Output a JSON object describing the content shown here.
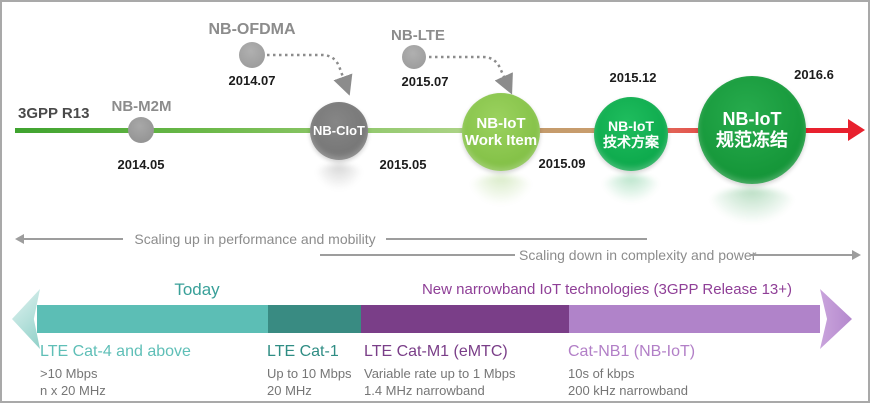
{
  "timeline": {
    "release_label": "3GPP R13",
    "milestones": [
      {
        "id": "nb-m2m",
        "label": "NB-M2M",
        "date": "2014.05",
        "type": "dot"
      },
      {
        "id": "nb-ofdma",
        "label": "NB-OFDMA",
        "date": "2014.07",
        "type": "dot"
      },
      {
        "id": "nb-ciot",
        "label": "NB-CIoT",
        "date": "2015.05",
        "type": "circle",
        "line1": "NB-CIoT",
        "line2": ""
      },
      {
        "id": "nb-lte",
        "label": "NB-LTE",
        "date": "2015.07",
        "type": "dot"
      },
      {
        "id": "nb-iot-work-item",
        "label": "NB-IoT Work Item",
        "date": "2015.09",
        "type": "circle",
        "line1": "NB-IoT",
        "line2": "Work Item"
      },
      {
        "id": "nb-iot-tech",
        "label": "NB-IoT 技术方案",
        "date": "2015.12",
        "type": "circle",
        "line1": "NB-IoT",
        "line2": "技术方案"
      },
      {
        "id": "nb-iot-freeze",
        "label": "NB-IoT 规范冻结",
        "date": "2016.6",
        "type": "circle",
        "line1": "NB-IoT",
        "line2": "规范冻结"
      }
    ]
  },
  "scaling": {
    "up_label": "Scaling up in performance and mobility",
    "down_label": "Scaling down in complexity and power"
  },
  "bar": {
    "today_label": "Today",
    "new_label": "New narrowband IoT technologies (3GPP Release 13+)",
    "segments": [
      {
        "title": "LTE Cat-4 and above",
        "line1": ">10 Mbps",
        "line2": "n x 20 MHz",
        "color": "#5cbeb5"
      },
      {
        "title": "LTE Cat-1",
        "line1": "Up to 10 Mbps",
        "line2": "20 MHz",
        "color": "#398b82"
      },
      {
        "title": "LTE Cat-M1 (eMTC)",
        "line1": "Variable rate up to 1 Mbps",
        "line2": "1.4 MHz narrowband",
        "color": "#7a3e88"
      },
      {
        "title": "Cat-NB1 (NB-IoT)",
        "line1": "10s of kbps",
        "line2": "200 kHz narrowband",
        "color": "#b083c9"
      }
    ]
  },
  "colors": {
    "timeline_green_start": "#3fa32f",
    "timeline_green_end": "#b5d78f",
    "timeline_tan": "#c79d6e",
    "timeline_red": "#e8212e",
    "gray_circle": "#7a7a7a",
    "work_item_green": "#86c344",
    "tech_green": "#0fad4d",
    "freeze_green": "#169939",
    "teal": "#5cbeb5",
    "dark_teal": "#398b82",
    "dark_purple": "#7a3e88",
    "light_purple": "#b083c9"
  },
  "icons": {
    "timeline_arrow": "red right arrow",
    "scale_up_arrow": "left arrow",
    "scale_down_arrow": "right arrow",
    "bar_left_arrow": "teal left chevron",
    "bar_right_arrow": "purple right chevron",
    "dashed_merge_arrows": "dotted curved arrows"
  }
}
